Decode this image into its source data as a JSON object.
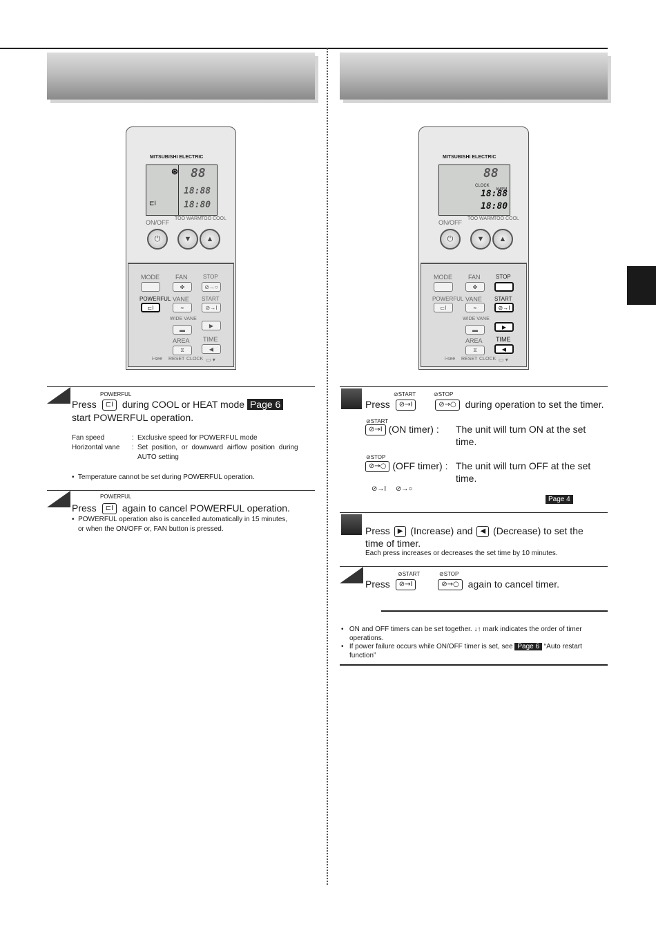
{
  "remote": {
    "brand": "MITSUBISHI ELECTRIC",
    "onoff": "ON/OFF",
    "too_warm": "TOO WARM",
    "too_cool": "TOO COOL",
    "mode": "MODE",
    "fan": "FAN",
    "stop": "STOP",
    "start": "START",
    "powerful": "POWERFUL",
    "vane": "VANE",
    "wide_vane": "WIDE VANE",
    "area": "AREA",
    "time": "TIME",
    "isee": "i-see",
    "reset": "RESET",
    "clock": "CLOCK",
    "lcd_num_big": "88",
    "lcd_clock": "18:88",
    "lcd_clock2": "18:80",
    "lcd_ampm": "AM/PM",
    "lcd_clock_label": "CLOCK"
  },
  "left": {
    "step1": {
      "icon_label": "POWERFUL",
      "press": "Press",
      "after": "during COOL or HEAT mode",
      "page_ref": "Page 6",
      "line2": "start POWERFUL operation.",
      "spec_rows": [
        {
          "label": "Fan speed",
          "sep": ":",
          "value": "Exclusive speed for POWERFUL mode"
        },
        {
          "label": "Horizontal vane",
          "sep": ":",
          "value": "Set position, or downward airflow position during"
        },
        {
          "label": "",
          "sep": "",
          "value": "AUTO setting"
        }
      ],
      "note": "Temperature cannot be set during POWERFUL operation."
    },
    "step2": {
      "icon_label": "POWERFUL",
      "press": "Press",
      "after": "again to cancel POWERFUL operation.",
      "note_line1": "POWERFUL operation also is cancelled automatically in 15 minutes,",
      "note_line2": "or when the ON/OFF or, FAN button is pressed."
    }
  },
  "right": {
    "step1": {
      "start_label": "START",
      "stop_label": "STOP",
      "press": "Press",
      "after": "during operation to set the timer.",
      "on_timer": "(ON timer) :",
      "on_desc1": "The unit will turn ON at the set",
      "on_desc2": "time.",
      "off_timer": "(OFF timer) :",
      "off_desc1": "The unit will turn OFF at the set",
      "off_desc2": "time.",
      "page_ref": "Page 4"
    },
    "step2": {
      "press": "Press",
      "increase": "(Increase) and",
      "decrease": "(Decrease) to set the",
      "line2": "time of timer.",
      "note": "Each press increases or decreases the set time by 10 minutes."
    },
    "step3": {
      "start_label": "START",
      "stop_label": "STOP",
      "press": "Press",
      "after": "again to cancel timer."
    },
    "notes": {
      "n1a": "ON and OFF timers can be set together.",
      "n1b": "mark indicates the order of timer",
      "n1c": "operations.",
      "n2a": "If power failure occurs while ON/OFF timer is set, see",
      "n2_page": "Page 6",
      "n2b": "“Auto restart",
      "n2c": "function”"
    }
  }
}
